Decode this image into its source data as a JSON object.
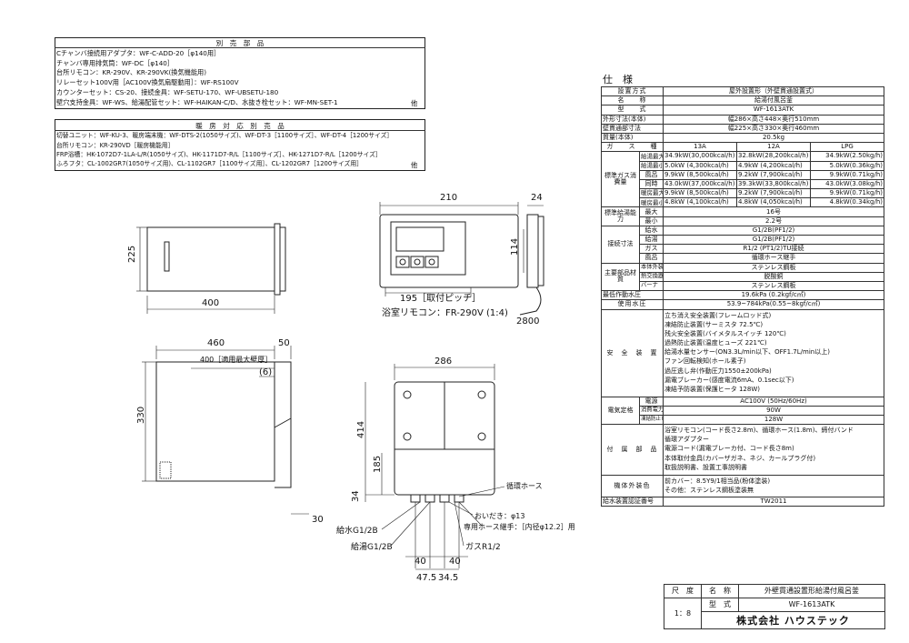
{
  "accessories": {
    "title": "別　売　部　品",
    "lines": [
      "Cチャンバ接続用アダプタ：WF-C-ADD-20［φ140用］",
      "チャンバ専用排気筒：WF-DC［φ140］",
      "台所リモコン：KR-290V、KR-290VK(換気機能用)",
      "リレーセット100V用［AC100V換気扇駆動用］：WF-RS100V",
      "カウンターセット：CS-20、接続金具：WF-SETU-170、WF-UBSETU-180",
      "壁穴支持金具：WF-WS、給湯配管セット：WF-HAIKAN-C/D、水抜き栓セット：WF-MN-SET-1"
    ],
    "other": "他"
  },
  "heating": {
    "title": "暖　房　対　応　別　売　品",
    "lines": [
      "切替ユニット：WF-KU-3、暖房端末機：WF-DTS-2(1050サイズ)、WF-DT-3［1100サイズ］、WF-DT-4［1200サイズ］",
      "台所リモコン：KR-290VD［暖房機能用］",
      "FRP浴槽：HK-1072D7-1LA-L/R(1050サイズ)、HK-1171D7-R/L［1100サイズ］、HK-1271D7-R/L［1200サイズ］",
      "ふろフタ：CL-1002GR7(1050サイズ用)、CL-1102GR7［1100サイズ用］、CL-1202GR7［1200サイズ用］"
    ],
    "other": "他"
  },
  "spec": {
    "title": "仕　様",
    "rows": {
      "type_label": "設置方式",
      "type_value": "屋外設置形（外壁貫通設置式）",
      "name_label": "名　　称",
      "name_value": "給湯付風呂釜",
      "model_label": "型　　式",
      "model_value": "WF-1613ATK",
      "outer_label": "外形寸法(本体)",
      "outer_value": "幅286×高さ448×奥行510mm",
      "wall_label": "壁貫通部寸法",
      "wall_value": "幅225×高さ330×奥行460mm",
      "mass_label": "質量(本体)",
      "mass_value": "20.5kg",
      "gas_label": "ガ　　ス　　種",
      "gas_13a": "13A",
      "gas_12a": "12A",
      "gas_lpg": "LPG",
      "consumption_label": "標準ガス消費量",
      "k_max": "最大",
      "k_min": "最小",
      "kyuto": "給湯",
      "furo_label": "風呂",
      "douji": "同時",
      "danbo": "暖房",
      "kyuto_max": [
        "34.9kW(30,000kcal/h)",
        "32.8kW(28,200kcal/h)",
        "34.9kW(2.50kg/h)"
      ],
      "kyuto_min": [
        "5.0kW (4,300kcal/h)",
        "4.9kW (4,200kcal/h)",
        "5.0kW(0.36kg/h)"
      ],
      "furo": [
        "9.9kW (8,500kcal/h)",
        "9.2kW (7,900kcal/h)",
        "9.9kW(0.71kg/h)"
      ],
      "douji_v": [
        "43.0kW(37,000kcal/h)",
        "39.3kW(33,800kcal/h)",
        "43.0kW(3.08kg/h)"
      ],
      "danbo_max": [
        "9.9kW (8,500kcal/h)",
        "9.2kW (7,900kcal/h)",
        "9.9kW(0.71kg/h)"
      ],
      "danbo_min": [
        "4.8kW (4,100kcal/h)",
        "4.8kW (4,050kcal/h)",
        "4.8kW(0.34kg/h)"
      ],
      "capacity_label": "標準給湯能力",
      "cap_max": "最大",
      "cap_max_v": "16号",
      "cap_min": "最小",
      "cap_min_v": "2.2号",
      "connect_label": "接続寸法",
      "water": "給水",
      "water_v": "G1/2B(PF1/2)",
      "hot": "給湯",
      "hot_v": "G1/2B(PF1/2)",
      "gas": "ガス",
      "gas_v": "R1/2 (PT1/2)TU接続",
      "bath": "風呂",
      "bath_v": "循環ホース継手",
      "material_label": "主要部品材質",
      "mat_body": "本体外装",
      "mat_body_v": "ステンレス鋼板",
      "mat_hx": "熱交換器",
      "mat_hx_v": "脱酸銅",
      "mat_burner": "バーナ",
      "mat_burner_v": "ステンレス鋼板",
      "pressure_label": "最低作動水圧",
      "pressure_v": "19.6kPa (0.2kgf/c㎡)",
      "use_label": "使用水圧",
      "use_v": "53.9~784kPa(0.55~8kgf/c㎡)",
      "safety_label": "安　全　装　置",
      "safety": [
        "立ち消え安全装置(フレームロッド式)",
        "凍結防止装置(サーミスタ 72.5℃)",
        "残火安全装置(バイメタルスイッチ 120℃)",
        "過熱防止装置(温度ヒューズ 221℃)",
        "給湯水量センサー(ON3.3L/min以下、OFF1.7L/min以上)",
        "ファン回転検知(ホール素子)",
        "過圧逃し弁(作動圧力1550±200kPa)",
        "漏電ブレーカー(感度電流6mA、0.1sec以下)",
        "凍結予防装置(保護ヒータ 128W)"
      ],
      "elec_label": "電気定格",
      "elec_src": "電源",
      "elec_src_v": "AC100V (50Hz/60Hz)",
      "elec_pow": "消費電力",
      "elec_pow_v": "90W",
      "elec_heater": "凍結防止ヒータ",
      "elec_heater_v": "128W",
      "parts_label": "付　属　部　品",
      "parts": [
        "浴室リモコン(コード長さ2.8m)、循環ホース(1.8m)、締付バンド",
        "循環アダプター",
        "電源コード(漏電ブレーカ付、コード長さ8m)",
        "本体取付金具(カバーザガネ、ネジ、カールプラグ付)",
        "取扱説明書、設置工事説明書"
      ],
      "color_label": "機体外装色",
      "color": [
        "前カバー：8.5Y9/1相当品(粉体塗装)",
        "その他：ステンレス鋼板塗装無"
      ],
      "cert_label": "給水装置認証番号",
      "cert_v": "TW2011"
    }
  },
  "drawing": {
    "dims": {
      "d210": "210",
      "d24": "24",
      "d225": "225",
      "d400": "400",
      "d114": "114",
      "d195": "195［取付ピッチ］",
      "remote": "浴室リモコン：FR-290V (1:4)",
      "d2800": "2800",
      "d460": "460",
      "d50": "50",
      "d400b": "400［適用最大壁厚］",
      "d6": "(6)",
      "d330": "330",
      "d30": "30",
      "d286": "286",
      "d414": "414",
      "d185": "185",
      "d34": "34",
      "lbl_circ": "循環ホース",
      "lbl_drain": "おいだき：φ13",
      "lbl_hose": "専用ホース継手：［内径φ12.2］用",
      "lbl_water": "給水G1/2B",
      "lbl_hot": "給湯G1/2B",
      "lbl_gas": "ガスR1/2",
      "d40a": "40",
      "d40b": "40",
      "d475": "47.5",
      "d345": "34.5"
    }
  },
  "titleblock": {
    "scale_label": "尺　度",
    "scale": "1：8",
    "name_label": "名　称",
    "name": "外壁貫通設置形給湯付風呂釜",
    "model_label": "型　式",
    "model": "WF-1613ATK",
    "company": "株式会社 ハウステック"
  }
}
